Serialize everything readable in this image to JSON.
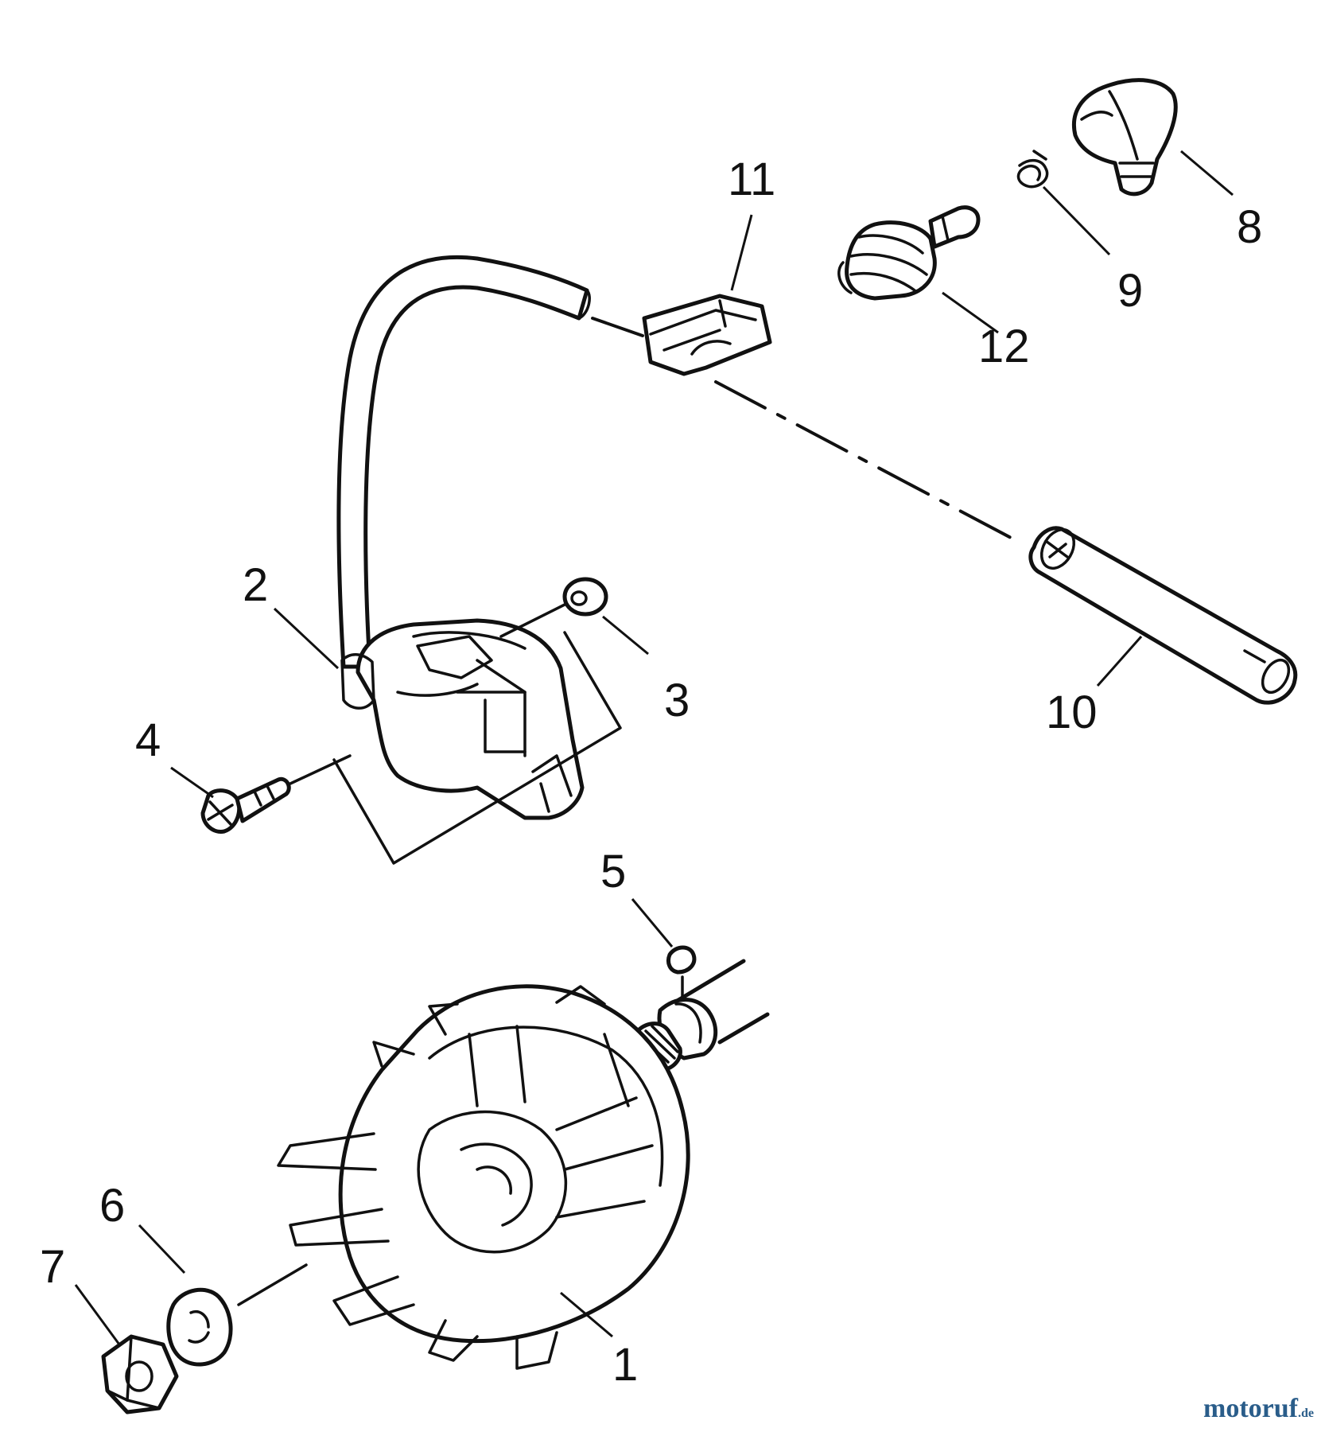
{
  "parts": {
    "p1": "1",
    "p2": "2",
    "p3": "3",
    "p4": "4",
    "p5": "5",
    "p6": "6",
    "p7": "7",
    "p8": "8",
    "p9": "9",
    "p10": "10",
    "p11": "11",
    "p12": "12"
  },
  "watermark": {
    "name": "motoruf",
    "suffix": ".de",
    "color": "#2a5d8a"
  },
  "line_color": "#111111"
}
